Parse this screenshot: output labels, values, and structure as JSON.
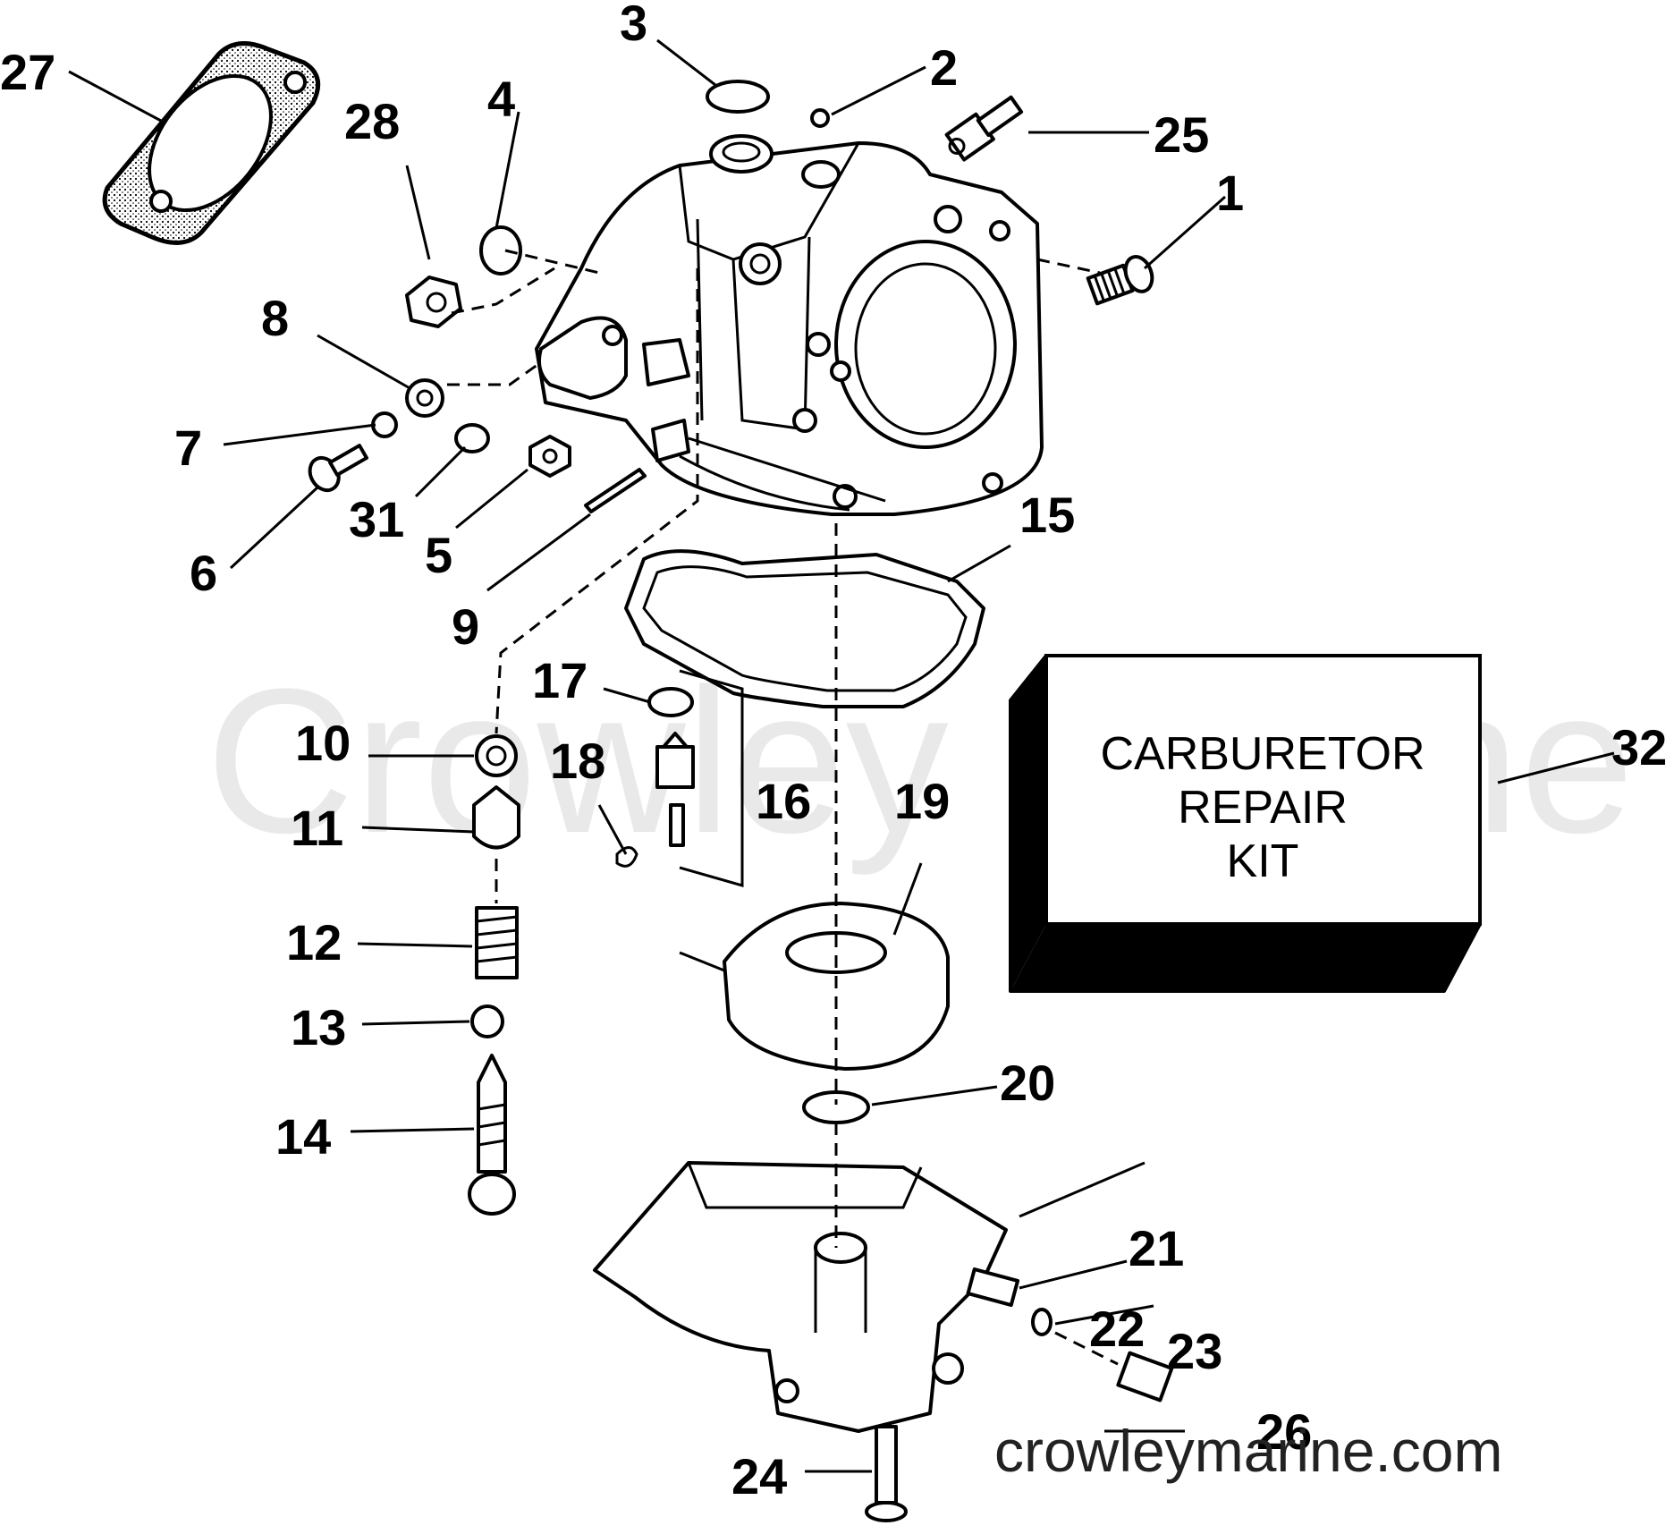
{
  "watermark": {
    "text": "Crowley Marine"
  },
  "url_text": "crowleymarine.com",
  "repair_kit": {
    "line1": "CARBURETOR",
    "line2": "REPAIR",
    "line3": "KIT",
    "callout": "32"
  },
  "callouts": [
    {
      "id": "1",
      "label": "1"
    },
    {
      "id": "2",
      "label": "2"
    },
    {
      "id": "3",
      "label": "3"
    },
    {
      "id": "4",
      "label": "4"
    },
    {
      "id": "5",
      "label": "5"
    },
    {
      "id": "6",
      "label": "6"
    },
    {
      "id": "7",
      "label": "7"
    },
    {
      "id": "8",
      "label": "8"
    },
    {
      "id": "9",
      "label": "9"
    },
    {
      "id": "10",
      "label": "10"
    },
    {
      "id": "11",
      "label": "11"
    },
    {
      "id": "12",
      "label": "12"
    },
    {
      "id": "13",
      "label": "13"
    },
    {
      "id": "14",
      "label": "14"
    },
    {
      "id": "15",
      "label": "15"
    },
    {
      "id": "16",
      "label": "16"
    },
    {
      "id": "17",
      "label": "17"
    },
    {
      "id": "18",
      "label": "18"
    },
    {
      "id": "19",
      "label": "19"
    },
    {
      "id": "20",
      "label": "20"
    },
    {
      "id": "21",
      "label": "21"
    },
    {
      "id": "22",
      "label": "22"
    },
    {
      "id": "23",
      "label": "23"
    },
    {
      "id": "24",
      "label": "24"
    },
    {
      "id": "25",
      "label": "25"
    },
    {
      "id": "26",
      "label": "26"
    },
    {
      "id": "27",
      "label": "27"
    },
    {
      "id": "28",
      "label": "28"
    },
    {
      "id": "31",
      "label": "31"
    }
  ]
}
